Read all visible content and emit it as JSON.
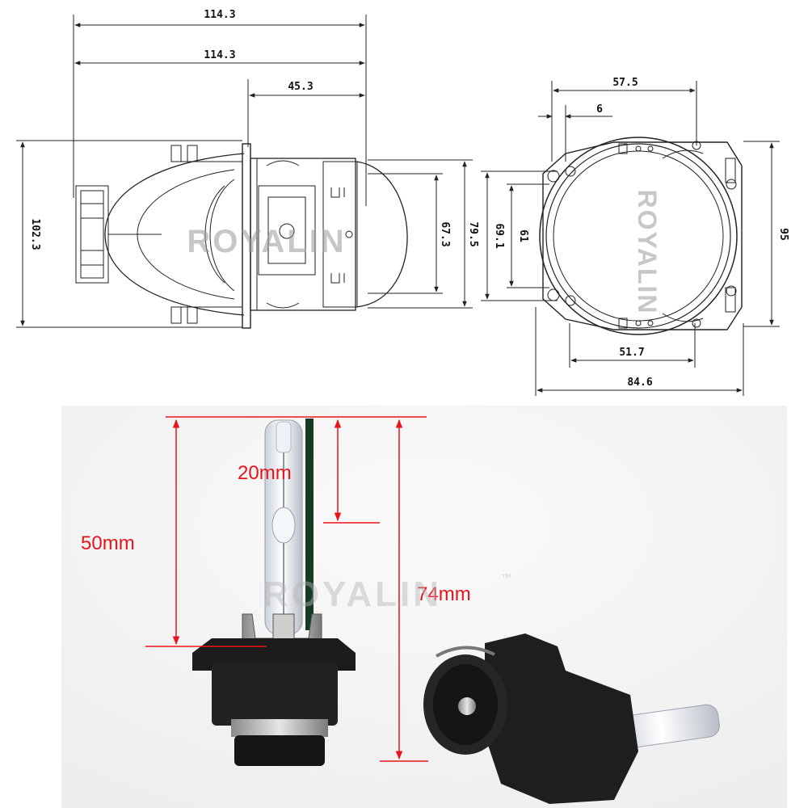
{
  "drawing": {
    "side_view": {
      "overall_length_top": "114.3",
      "overall_length_mid": "114.3",
      "bracket_to_lens": "45.3",
      "total_height": "102.3",
      "lens_height": "67.3",
      "shroud_height": "79.5"
    },
    "front_view": {
      "bolt_spacing_top": "57.5",
      "slot_offset": "6",
      "ring_outer": "69.1",
      "lens_diameter": "61",
      "total_height": "95",
      "bolt_spacing_bottom": "51.7",
      "total_width": "84.6"
    }
  },
  "bulb": {
    "dim_tip": "20mm",
    "dim_glass": "50mm",
    "dim_total": "74mm"
  },
  "watermark": {
    "text": "ROYALIN",
    "trademark": "™"
  },
  "colors": {
    "line": "#222222",
    "accent_red": "#e8141c",
    "bulb_base": "#1c1c1c"
  }
}
